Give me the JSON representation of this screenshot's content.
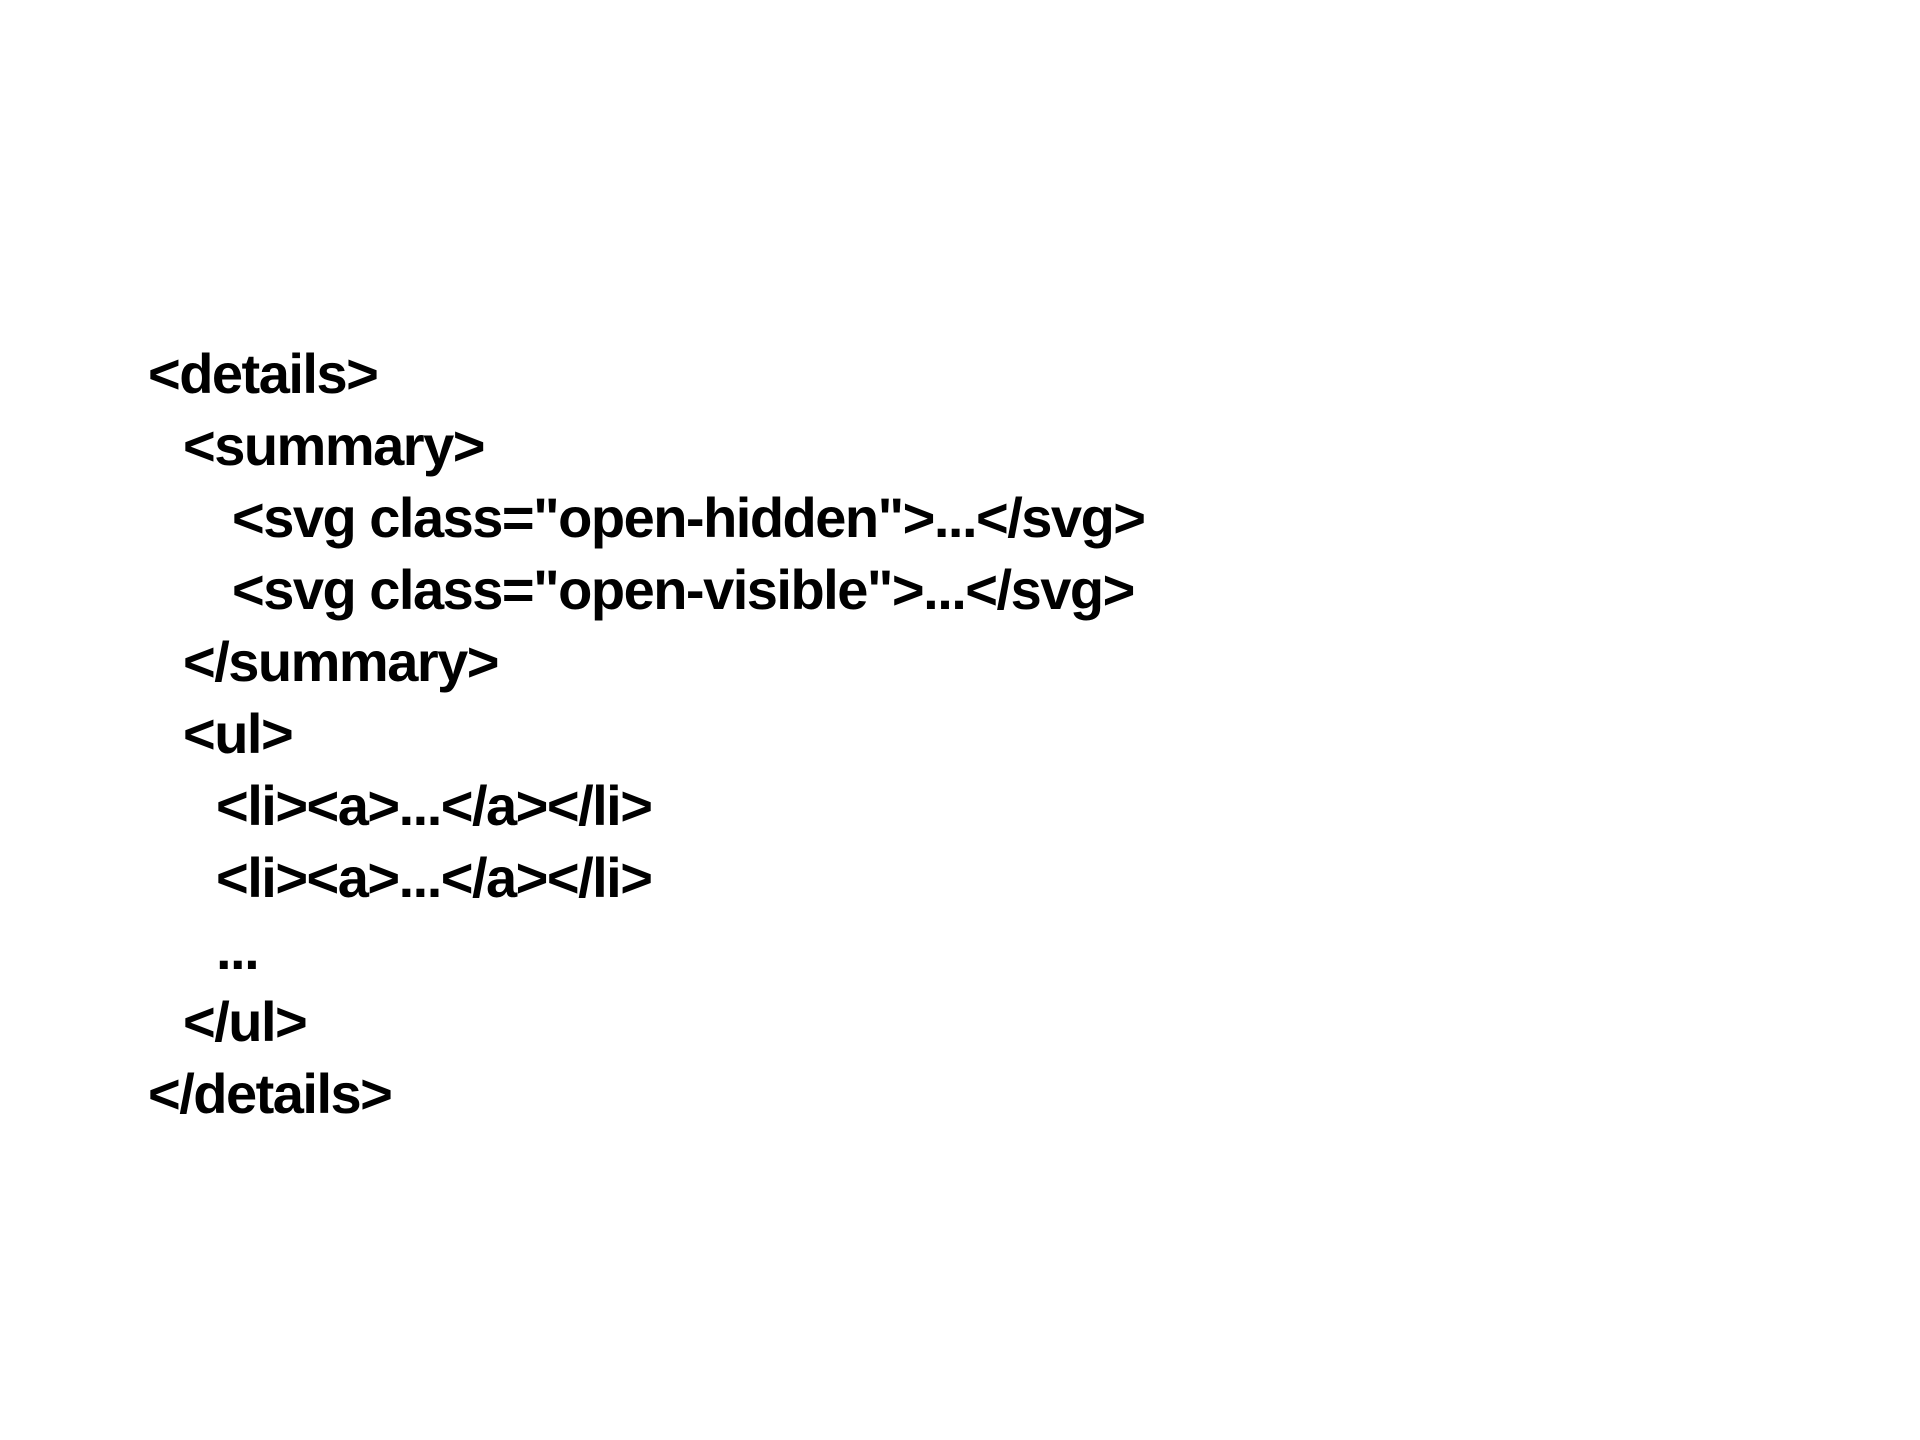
{
  "code_lines": [
    "<details>",
    "<summary>",
    "<svg class=\"open-hidden\">...</svg>",
    "<svg class=\"open-visible\">...</svg>",
    "</summary>",
    "<ul>",
    "<li><a>...</a></li>",
    "<li><a>...</a></li>",
    "...",
    "</ul>",
    "</details>"
  ],
  "colors": {
    "background": "#ffffff",
    "text": "#000000"
  }
}
